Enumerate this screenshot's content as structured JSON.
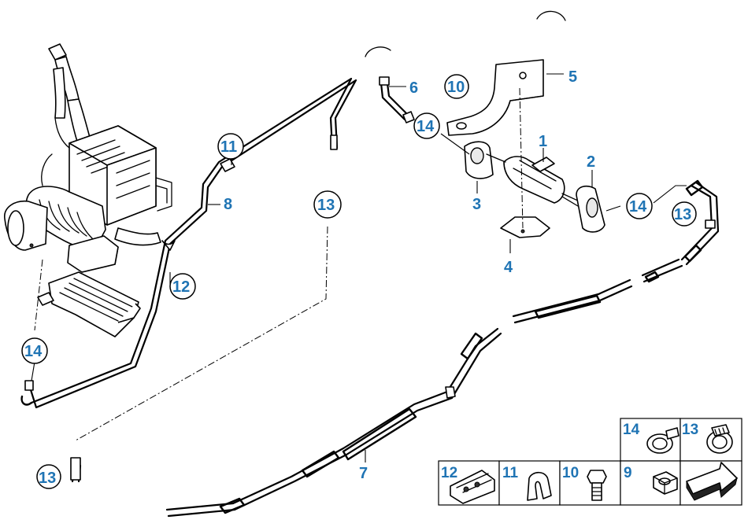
{
  "diagram": {
    "accent_color": "#1f74b4",
    "callouts": [
      {
        "id": "c-1",
        "label": "1"
      },
      {
        "id": "c-2",
        "label": "2"
      },
      {
        "id": "c-3",
        "label": "3"
      },
      {
        "id": "c-4",
        "label": "4"
      },
      {
        "id": "c-5",
        "label": "5"
      },
      {
        "id": "c-6",
        "label": "6"
      },
      {
        "id": "c-7",
        "label": "7"
      },
      {
        "id": "c-8",
        "label": "8"
      },
      {
        "id": "c-10",
        "label": "10"
      },
      {
        "id": "c-11",
        "label": "11"
      },
      {
        "id": "c-12",
        "label": "12"
      },
      {
        "id": "c-13a",
        "label": "13"
      },
      {
        "id": "c-13b",
        "label": "13"
      },
      {
        "id": "c-13c",
        "label": "13"
      },
      {
        "id": "c-14a",
        "label": "14"
      },
      {
        "id": "c-14b",
        "label": "14"
      },
      {
        "id": "c-14c",
        "label": "14"
      }
    ],
    "legend_cells": [
      {
        "id": "g-14",
        "label": "14",
        "icon": "hose-clamp-icon"
      },
      {
        "id": "g-13",
        "label": "13",
        "icon": "worm-clamp-icon"
      },
      {
        "id": "g-12",
        "label": "12",
        "icon": "pipe-holder-icon"
      },
      {
        "id": "g-11",
        "label": "11",
        "icon": "clip-icon"
      },
      {
        "id": "g-10",
        "label": "10",
        "icon": "bolt-icon"
      },
      {
        "id": "g-9",
        "label": "9",
        "icon": "hex-nut-icon"
      },
      {
        "id": "g-arrow",
        "label": "",
        "icon": "arrow-icon"
      }
    ]
  }
}
